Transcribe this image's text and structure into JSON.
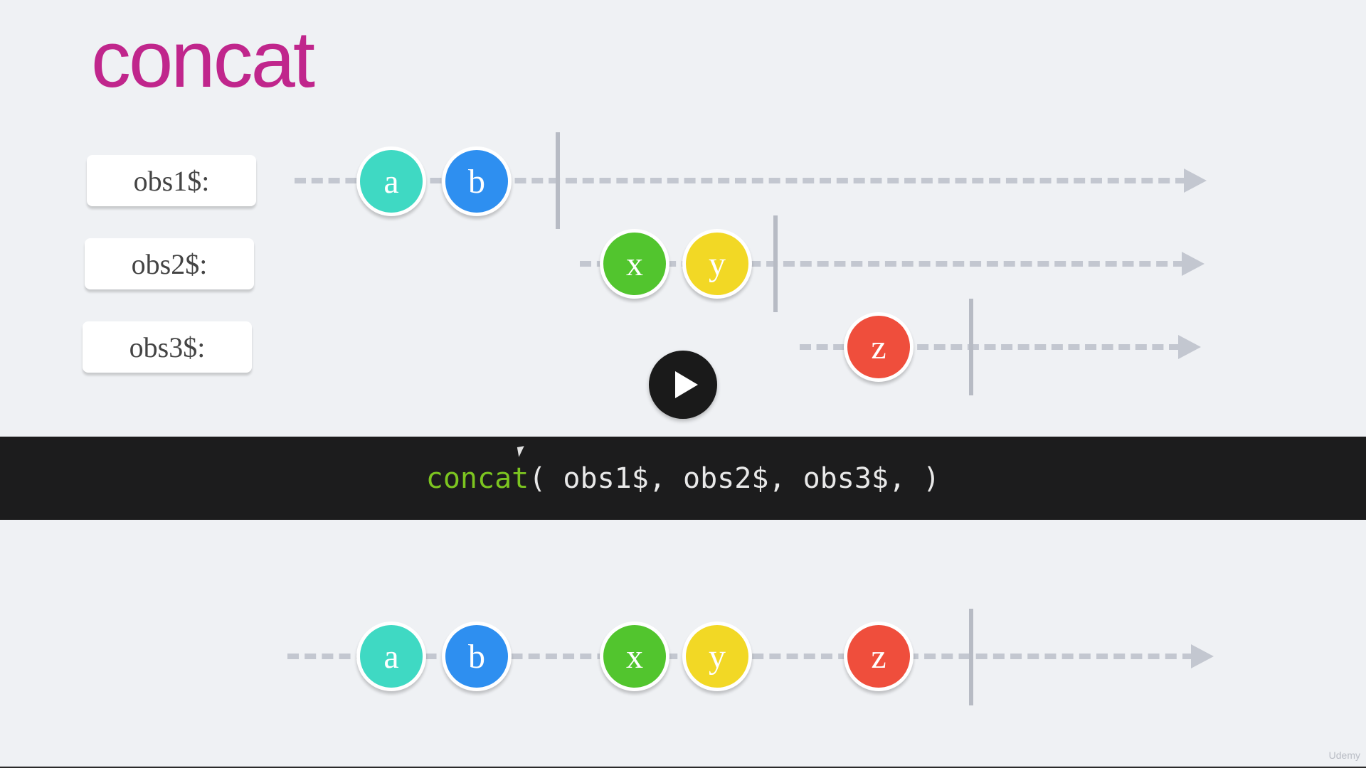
{
  "title": "concat",
  "colors": {
    "title": "#c0268c",
    "code_keyword": "#7cc520",
    "timeline": "#c3c7d0",
    "completion": "#b7bbc4",
    "code_bar": "#1c1c1d"
  },
  "streams": [
    {
      "label": "obs1$:",
      "marbles": [
        {
          "text": "a",
          "color": "#3fd9c3"
        },
        {
          "text": "b",
          "color": "#2e8ff0"
        }
      ]
    },
    {
      "label": "obs2$:",
      "marbles": [
        {
          "text": "x",
          "color": "#52c52e"
        },
        {
          "text": "y",
          "color": "#f2d825"
        }
      ]
    },
    {
      "label": "obs3$:",
      "marbles": [
        {
          "text": "z",
          "color": "#ef4e3c"
        }
      ]
    }
  ],
  "output": {
    "marbles": [
      {
        "text": "a",
        "color": "#3fd9c3"
      },
      {
        "text": "b",
        "color": "#2e8ff0"
      },
      {
        "text": "x",
        "color": "#52c52e"
      },
      {
        "text": "y",
        "color": "#f2d825"
      },
      {
        "text": "z",
        "color": "#ef4e3c"
      }
    ]
  },
  "code": {
    "keyword": "concat",
    "args": "( obs1$, obs2$, obs3$, )"
  },
  "play_button": "play-icon",
  "cursor": "cursor-icon",
  "watermark": "Udemy"
}
